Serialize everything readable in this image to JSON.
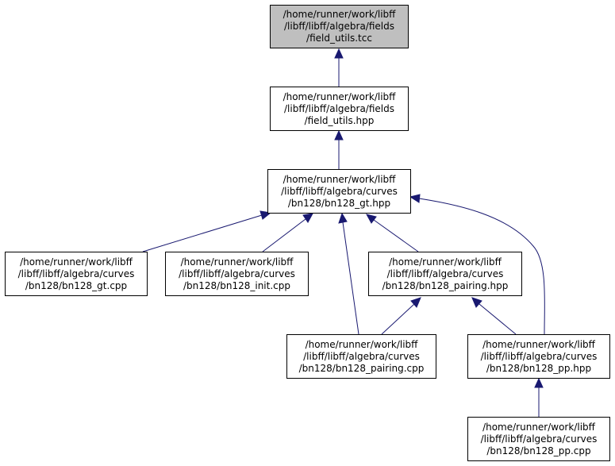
{
  "graph": {
    "edge_color": "#191970",
    "root_fill": "#bfbfbf",
    "node_fill": "#ffffff",
    "nodes": {
      "field_utils_tcc": {
        "lines": [
          "/home/runner/work/libff",
          "/libff/libff/algebra/fields",
          "/field_utils.tcc"
        ],
        "highlighted": true
      },
      "field_utils_hpp": {
        "lines": [
          "/home/runner/work/libff",
          "/libff/libff/algebra/fields",
          "/field_utils.hpp"
        ]
      },
      "bn128_gt_hpp": {
        "lines": [
          "/home/runner/work/libff",
          "/libff/libff/algebra/curves",
          "/bn128/bn128_gt.hpp"
        ]
      },
      "bn128_gt_cpp": {
        "lines": [
          "/home/runner/work/libff",
          "/libff/libff/algebra/curves",
          "/bn128/bn128_gt.cpp"
        ]
      },
      "bn128_init_cpp": {
        "lines": [
          "/home/runner/work/libff",
          "/libff/libff/algebra/curves",
          "/bn128/bn128_init.cpp"
        ]
      },
      "bn128_pairing_hpp": {
        "lines": [
          "/home/runner/work/libff",
          "/libff/libff/algebra/curves",
          "/bn128/bn128_pairing.hpp"
        ]
      },
      "bn128_pairing_cpp": {
        "lines": [
          "/home/runner/work/libff",
          "/libff/libff/algebra/curves",
          "/bn128/bn128_pairing.cpp"
        ]
      },
      "bn128_pp_hpp": {
        "lines": [
          "/home/runner/work/libff",
          "/libff/libff/algebra/curves",
          "/bn128/bn128_pp.hpp"
        ]
      },
      "bn128_pp_cpp": {
        "lines": [
          "/home/runner/work/libff",
          "/libff/libff/algebra/curves",
          "/bn128/bn128_pp.cpp"
        ]
      }
    }
  }
}
